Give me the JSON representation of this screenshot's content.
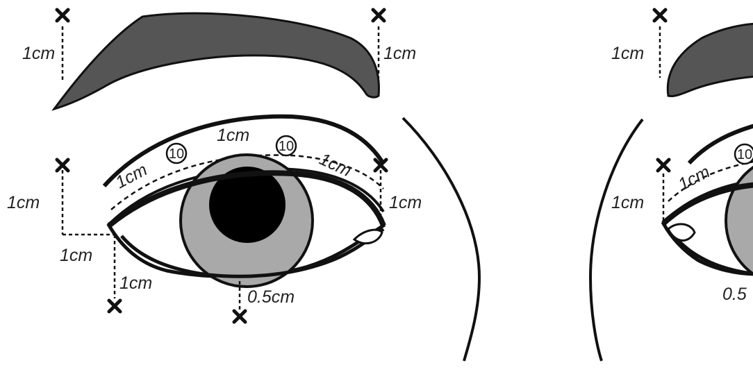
{
  "diagram": {
    "left_eye": {
      "labels": {
        "brow_left": "1cm",
        "brow_right": "1cm",
        "lid_left": "1cm",
        "lid_right": "1cm",
        "crease_left": "1cm",
        "crease_middle": "1cm",
        "crease_right": "1cm",
        "corner_horizontal": "1cm",
        "corner_vertical": "1cm",
        "below_eye": "0.5cm"
      },
      "circled": [
        "10",
        "10"
      ]
    },
    "right_eye": {
      "labels": {
        "brow_left": "1cm",
        "lid_left": "1cm",
        "crease_left": "1cm",
        "below_eye": "0.5"
      },
      "circled": [
        "10"
      ]
    },
    "colors": {
      "brow": "#555555",
      "iris": "#a9a9a9",
      "pupil": "#000000",
      "line": "#111111"
    }
  }
}
